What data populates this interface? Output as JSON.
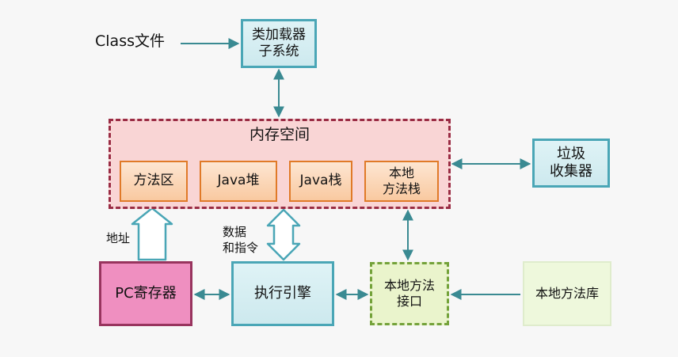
{
  "diagram": {
    "class_file_label": "Class文件",
    "class_loader": "类加载器\n子系统",
    "memory_title": "内存空间",
    "memory_areas": [
      "方法区",
      "Java堆",
      "Java栈",
      "本地\n方法栈"
    ],
    "garbage_collector": "垃圾\n收集器",
    "pc_register": "PC寄存器",
    "address_label": "地址",
    "execution_engine": "执行引擎",
    "data_instruction_label": "数据\n和指令",
    "native_interface": "本地方法\n接口",
    "native_library": "本地方法库"
  },
  "colors": {
    "teal_border": "#4aa6b6",
    "memory_border": "#9a2c44",
    "area_border": "#e07a28",
    "pc_fill": "#ef8fc0",
    "native_border": "#74a23a",
    "arrow": "#3a8a92"
  }
}
